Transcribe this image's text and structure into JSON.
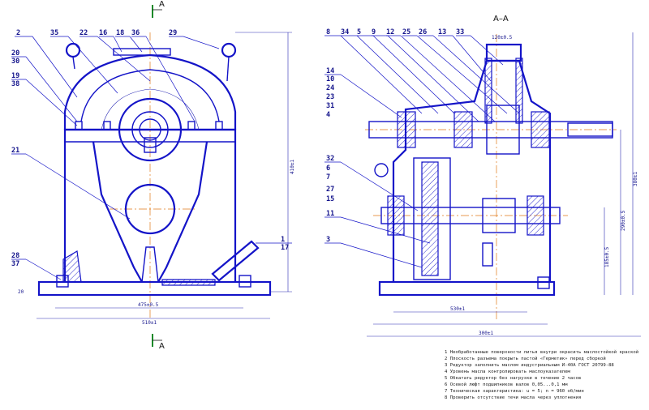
{
  "section_marks": {
    "top": "А",
    "bottom": "А",
    "view_title": "А–А"
  },
  "front_view": {
    "labels": [
      "2",
      "35",
      "22",
      "16",
      "18",
      "36",
      "29",
      "20",
      "30",
      "19",
      "38",
      "21",
      "1",
      "17",
      "28",
      "37"
    ],
    "dimensions": [
      "475±0.5",
      "510±1",
      "410±1",
      "20"
    ]
  },
  "side_view": {
    "labels": [
      "8",
      "34",
      "5",
      "9",
      "12",
      "25",
      "26",
      "13",
      "33",
      "14",
      "10",
      "24",
      "23",
      "31",
      "4",
      "32",
      "6",
      "7",
      "27",
      "15",
      "11",
      "3"
    ],
    "dimensions": [
      "120±0.5",
      "185±0.5",
      "380±1",
      "530±1",
      "290±0.5",
      "300±1"
    ]
  },
  "notes": [
    "1 Необработанные поверхности литья внутри окрасить маслостойкой краской",
    "2 Плоскость разъема покрыть пастой «Герметик» перед сборкой",
    "3 Редуктор заполнить маслом индустриальным И-40А ГОСТ 20799-88",
    "4 Уровень масла контролировать маслоуказателем",
    "5 Обкатать редуктор без нагрузки в течение 2 часов",
    "6 Осевой люфт подшипников валов 0,05...0,1 мм",
    "7 Техническая характеристика: u = 5; n = 960 об/мин",
    "8 Проверить отсутствие течи масла через уплотнения"
  ]
}
